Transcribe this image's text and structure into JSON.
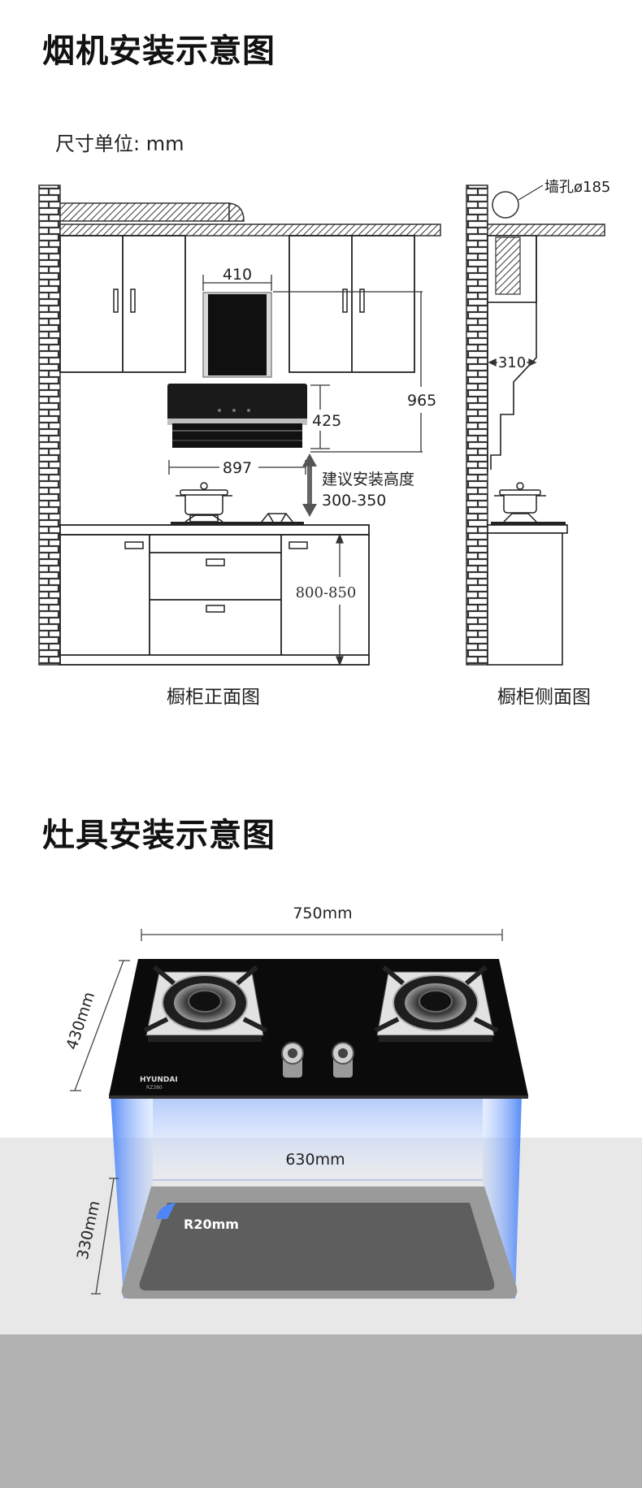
{
  "sections": {
    "hood_title": "烟机安装示意图",
    "unit_label": "尺寸单位: mm",
    "stove_title": "灶具安装示意图"
  },
  "front_view": {
    "caption": "橱柜正面图",
    "dim_hood_width": "410",
    "dim_hood_depth": "425",
    "dim_top_to_hood": "965",
    "dim_hood_bottom": "897",
    "suggest_label": "建议安装高度",
    "suggest_value": "300-350",
    "dim_cabinet_height": "800-850"
  },
  "side_view": {
    "caption": "橱柜侧面图",
    "wall_hole": "墙孔ø185",
    "dim_offset": "310"
  },
  "stove": {
    "width": "750mm",
    "depth": "430mm",
    "cutout_width": "630mm",
    "cutout_depth": "330mm",
    "radius": "R20mm",
    "brand": "HYUNDAI",
    "model": "RZ380"
  },
  "colors": {
    "bg_band_light": "#e8e8e8",
    "bg_band_dark": "#b1b1b1",
    "blue_glow": "#5b8cf0",
    "glass": "#0b0b0b"
  }
}
